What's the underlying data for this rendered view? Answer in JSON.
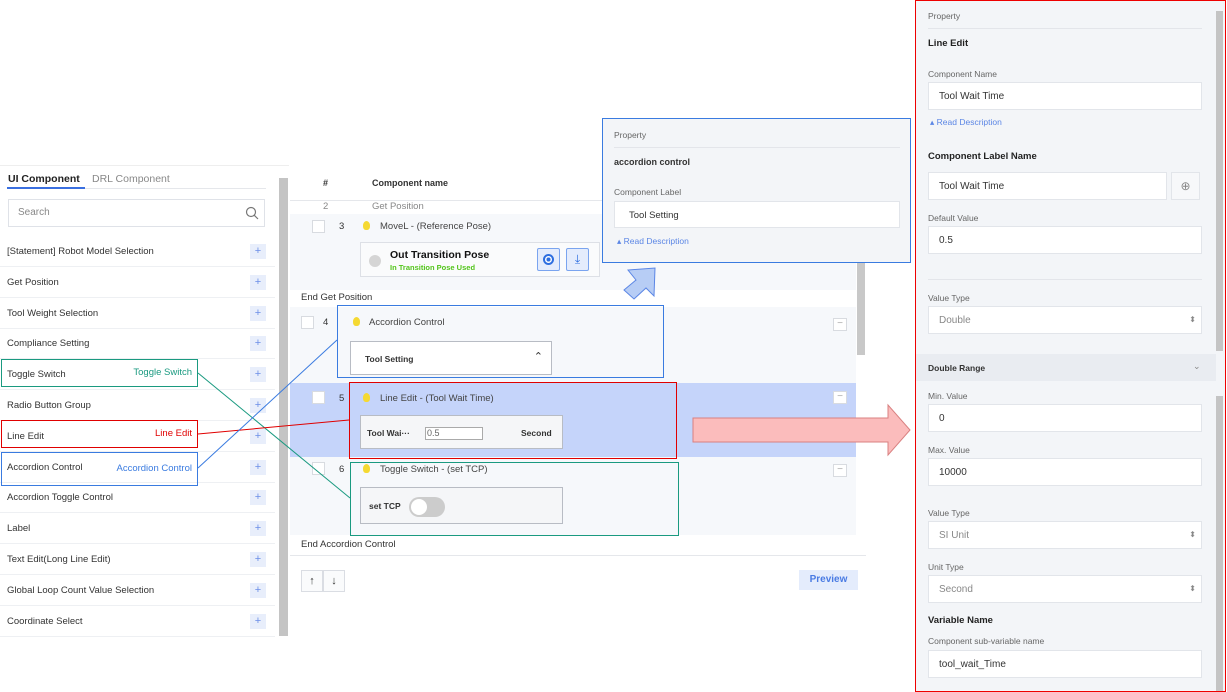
{
  "left_panel": {
    "tabs": [
      {
        "label": "UI Component",
        "active": true
      },
      {
        "label": "DRL Component",
        "active": false
      }
    ],
    "search_placeholder": "Search",
    "add_label": "+",
    "items": [
      "[Statement] Robot Model Selection",
      "Get Position",
      "Tool Weight Selection",
      "Compliance Setting",
      "Toggle Switch",
      "Radio Button Group",
      "Line Edit",
      "Accordion Control",
      "Accordion Toggle Control",
      "Label",
      "Text Edit(Long Line Edit)",
      "Global Loop Count Value Selection",
      "Coordinate Select"
    ]
  },
  "center_panel": {
    "header": {
      "num": "#",
      "name": "Component name"
    },
    "partial_row": {
      "num": "2",
      "title": "Get Position"
    },
    "rows": [
      {
        "num": "3",
        "title": "MoveL - (Reference Pose)",
        "pose_title": "Out Transition Pose",
        "pose_status": "In Transition Pose Used"
      },
      {
        "end_label": "End Get Position"
      },
      {
        "num": "4",
        "title": "Accordion Control",
        "accordion_label": "Tool Setting"
      },
      {
        "num": "5",
        "title": "Line Edit - (Tool Wait Time)",
        "field_label": "Tool Wai···",
        "field_value": "0.5",
        "unit": "Second"
      },
      {
        "num": "6",
        "title": "Toggle Switch - (set TCP)",
        "toggle_label": "set TCP",
        "toggle_on": false
      },
      {
        "end_label": "End Accordion Control"
      }
    ],
    "up_label": "↑",
    "down_label": "↓",
    "preview_label": "Preview",
    "collapse_label": "−"
  },
  "popup_property": {
    "header": "Property",
    "title": "accordion control",
    "label": "Component Label",
    "value": "Tool Setting",
    "link": "Read Description"
  },
  "right_property": {
    "header": "Property",
    "title": "Line Edit",
    "component_name_label": "Component Name",
    "component_name": "Tool Wait Time",
    "read_description": "Read Description",
    "label_name_label": "Component Label Name",
    "label_name": "Tool Wait Time",
    "default_value_label": "Default Value",
    "default_value": "0.5",
    "value_type_label": "Value Type",
    "value_type": "Double",
    "range_header": "Double Range",
    "min_label": "Min. Value",
    "min": "0",
    "max_label": "Max. Value",
    "max": "10000",
    "value_type2_label": "Value Type",
    "value_type2": "SI Unit",
    "unit_type_label": "Unit Type",
    "unit_type": "Second",
    "variable_header": "Variable Name",
    "sub_var_label": "Component sub-variable name",
    "sub_var": "tool_wait_Time"
  },
  "annotations": {
    "toggle": "Toggle Switch",
    "line_edit": "Line Edit",
    "accordion": "Accordion Control"
  },
  "colors": {
    "accent": "#3a6fe0",
    "selected_row": "#c5d4fa",
    "status_green": "#52c41a",
    "annot_red": "#e00000",
    "annot_teal": "#1a9a80",
    "annot_blue": "#3a7be0"
  }
}
